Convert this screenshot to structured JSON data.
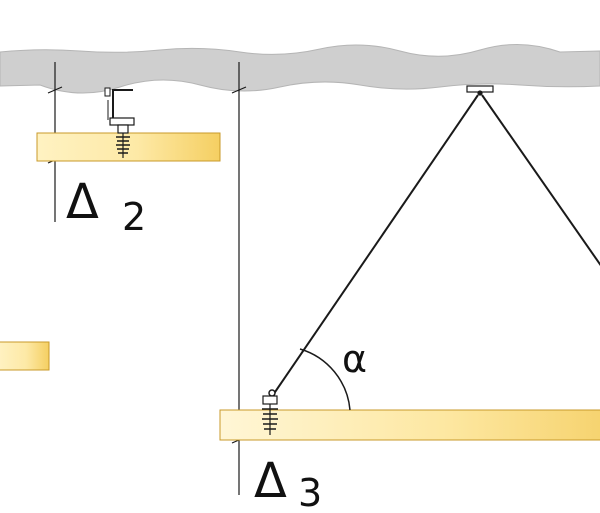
{
  "labels": {
    "delta_2": {
      "symbol": "Δ",
      "subscript": "2"
    },
    "delta_3": {
      "symbol": "Δ",
      "subscript": "3"
    },
    "angle": "α"
  },
  "colors": {
    "ceiling_fill": "#cfcfcf",
    "ceiling_edge": "#9a9a9a",
    "panel_light": "#fff2c2",
    "panel_dark": "#f5cf62",
    "panel_edge": "#c89a2a",
    "line": "#1a1a1a"
  }
}
